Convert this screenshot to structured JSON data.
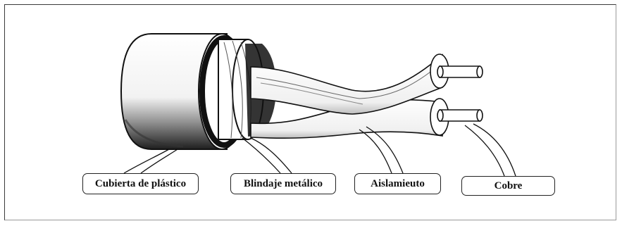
{
  "labels": {
    "cubierta": "Cubierta de plástico",
    "blindaje": "Blindaje metálico",
    "aislamiento": "Aislamieuto",
    "cobre": "Cobre"
  },
  "colors": {
    "ink": "#111111",
    "jacket_shadow": "#2b2b2b",
    "paper": "#ffffff"
  }
}
